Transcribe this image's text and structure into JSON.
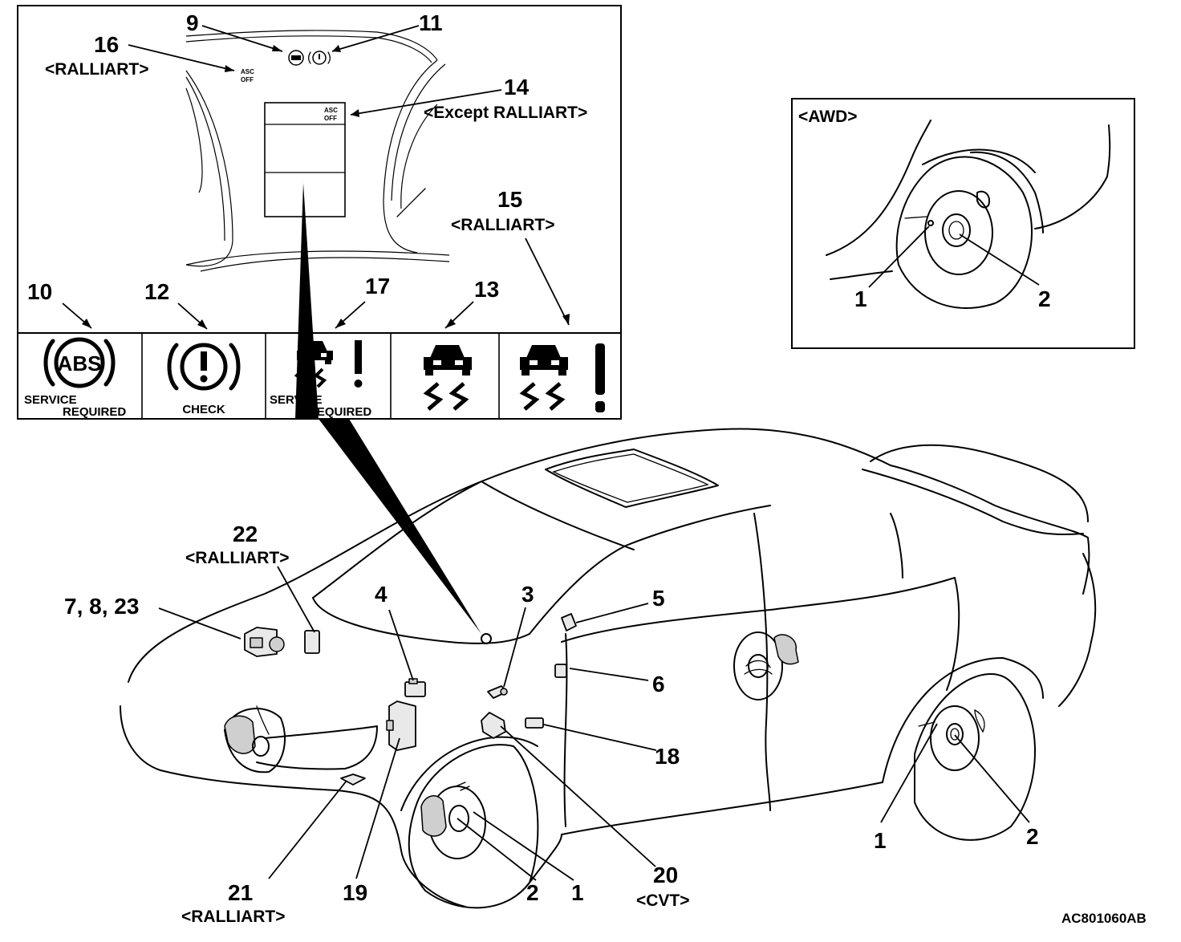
{
  "callouts": {
    "c9": "9",
    "c11": "11",
    "c16": "16",
    "c16_sub": "<RALLIART>",
    "c14": "14",
    "c14_sub": "<Except RALLIART>",
    "c15": "15",
    "c15_sub": "<RALLIART>",
    "c10": "10",
    "c12": "12",
    "c17": "17",
    "c13": "13",
    "c22": "22",
    "c22_sub": "<RALLIART>",
    "c7_8_23": "7, 8, 23",
    "c4": "4",
    "c3": "3",
    "c5": "5",
    "c6": "6",
    "c18": "18",
    "c20": "20",
    "c20_sub": "<CVT>",
    "c21": "21",
    "c21_sub": "<RALLIART>",
    "c19": "19",
    "front_2": "2",
    "front_1": "1",
    "rear_1": "1",
    "rear_2": "2"
  },
  "cluster": {
    "asc_off_line1": "ASC",
    "asc_off_line2": "OFF",
    "asc_off_center_line1": "ASC",
    "asc_off_center_line2": "OFF"
  },
  "icons": {
    "abs_text": "ABS",
    "abs_caption_line1": "SERVICE",
    "abs_caption_line2": "REQUIRED",
    "brake_caption": "CHECK",
    "slip_caption_line1": "SERVICE",
    "slip_caption_line2": "REQUIRED"
  },
  "awd_inset": {
    "title": "<AWD>",
    "label_1": "1",
    "label_2": "2"
  },
  "figure_code": "AC801060AB"
}
